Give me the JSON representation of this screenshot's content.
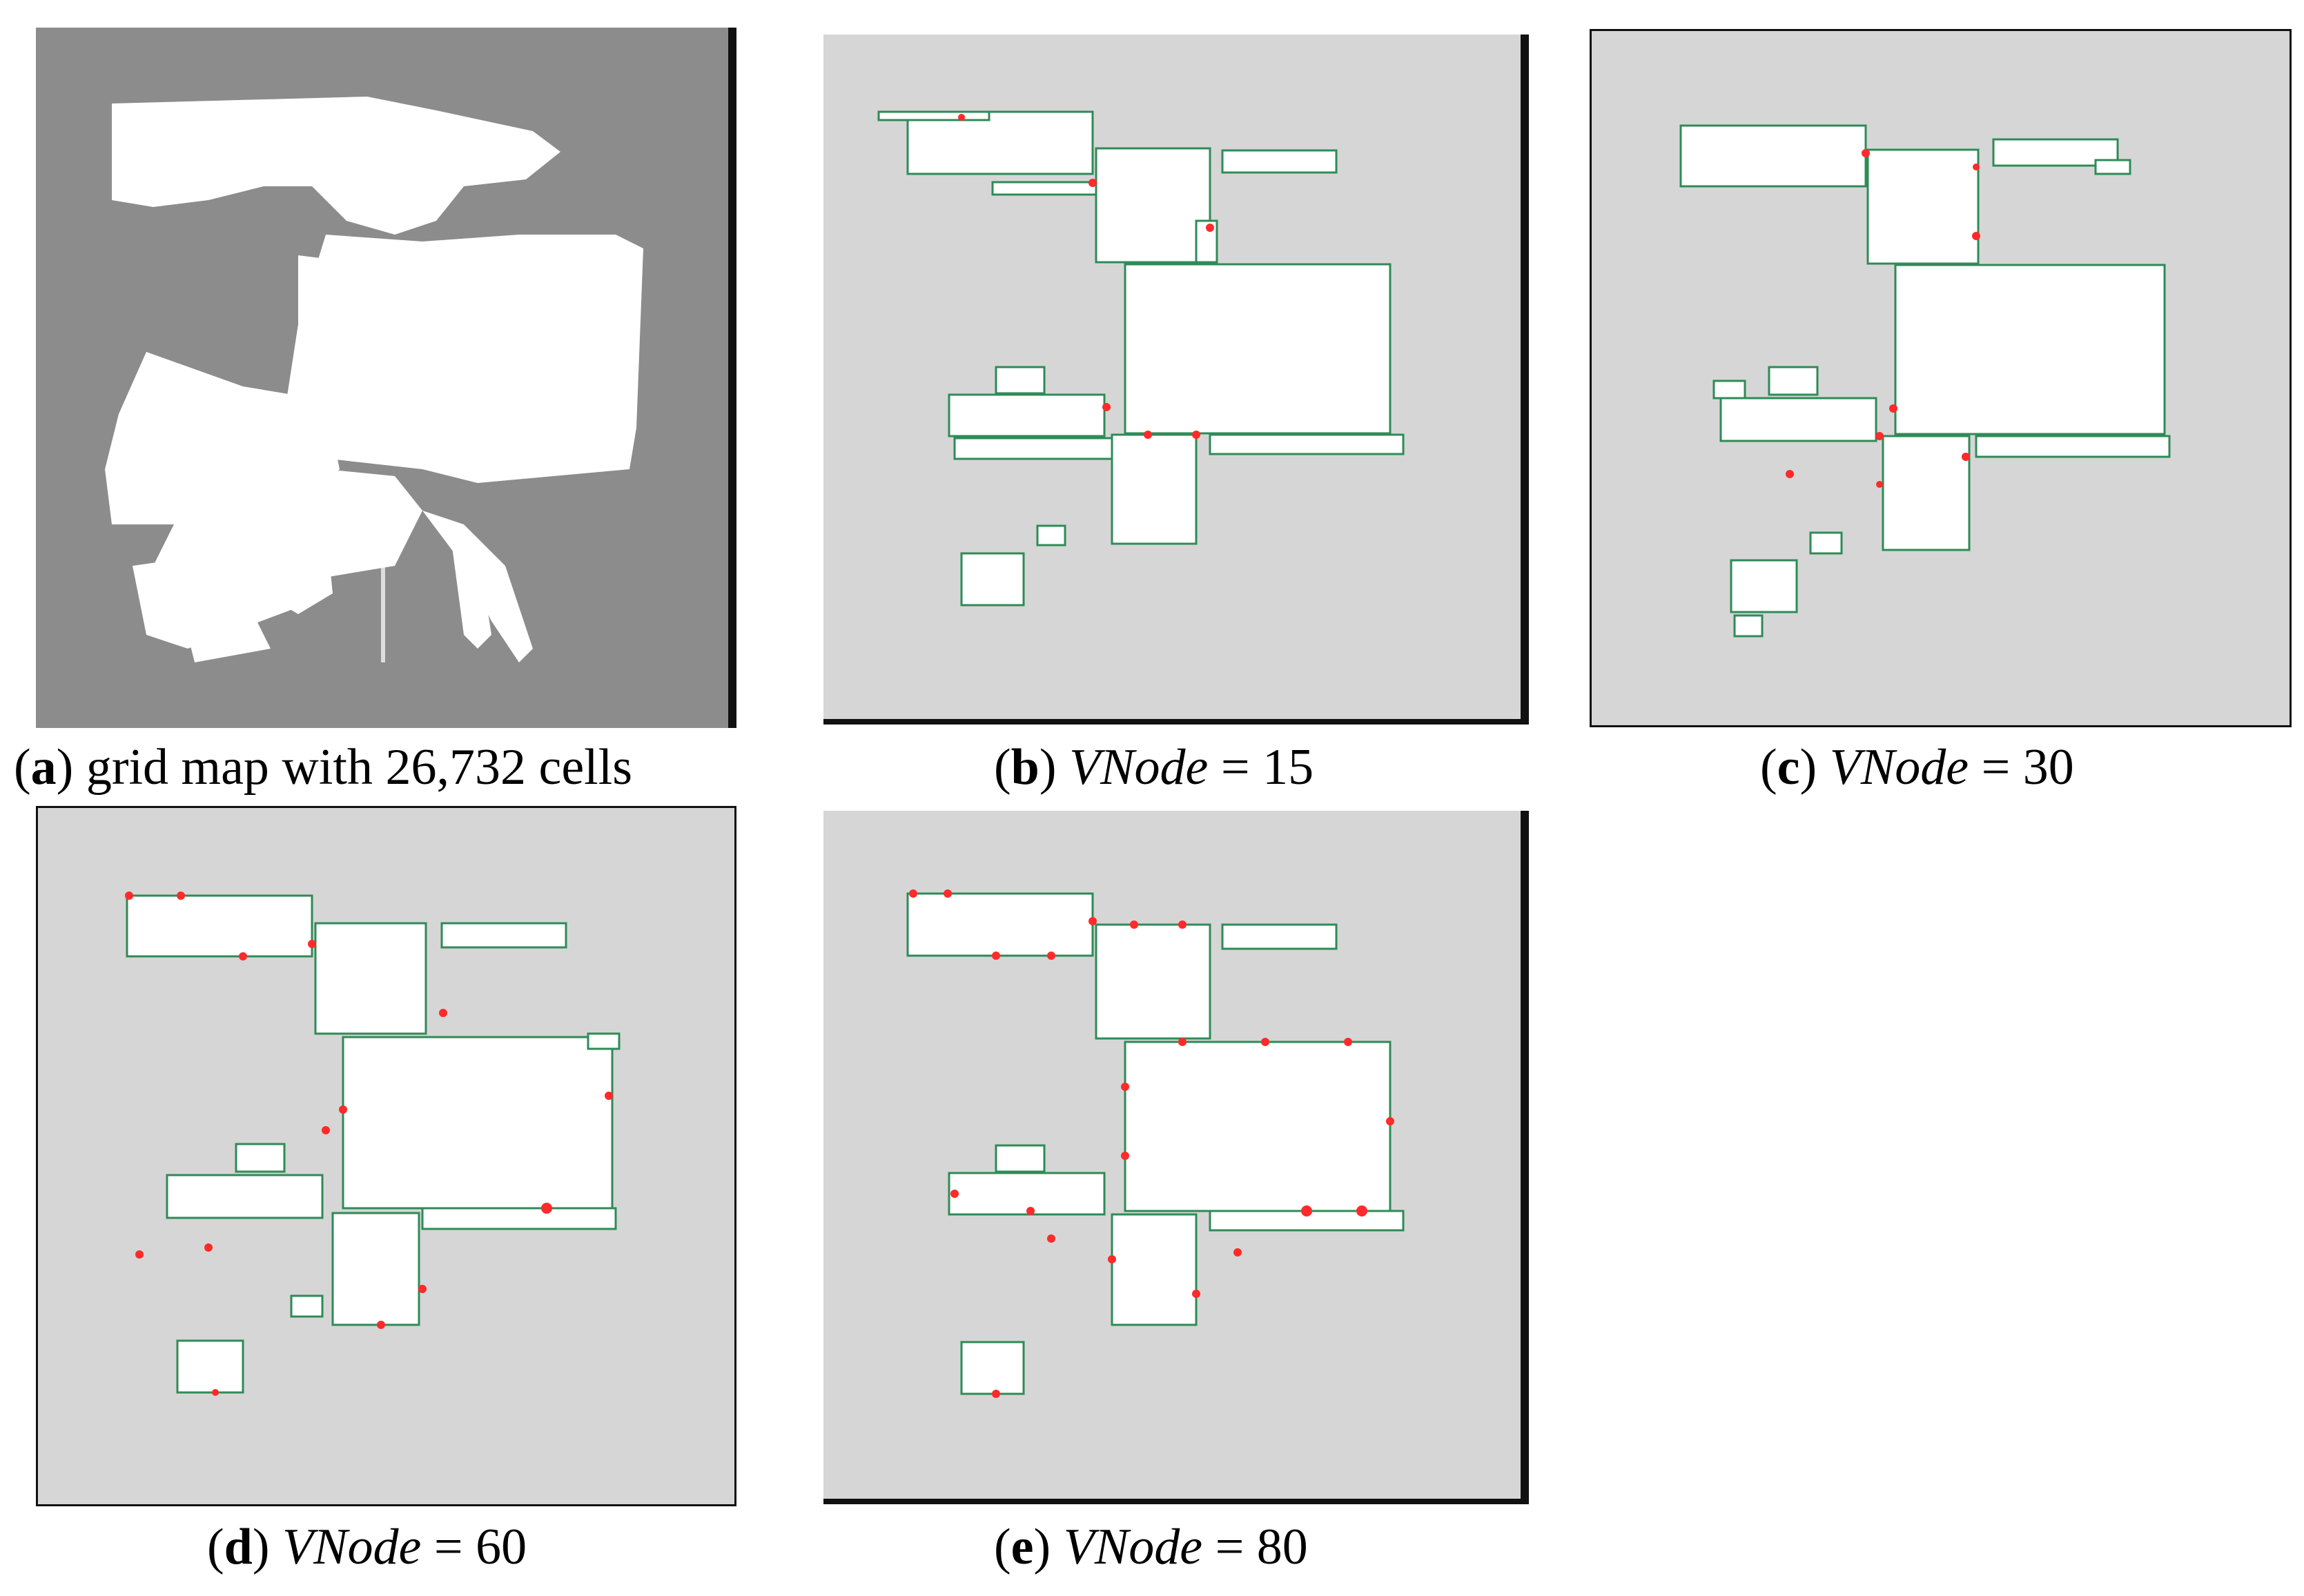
{
  "figure": {
    "colors": {
      "grid_background": "#8c8c8c",
      "free_space": "#ffffff",
      "panel_background": "#d6d6d6",
      "rect_border": "#2e8b57",
      "node_marker": "#ff2a2a"
    },
    "panels": [
      {
        "id": "a",
        "letter": "a",
        "text": " grid map with 26,732 cells",
        "var": "",
        "eq": ""
      },
      {
        "id": "b",
        "letter": "b",
        "text": "",
        "var": "VNode",
        "eq": " = 15"
      },
      {
        "id": "c",
        "letter": "c",
        "text": "",
        "var": "VNode",
        "eq": " = 30"
      },
      {
        "id": "d",
        "letter": "d",
        "text": "",
        "var": "VNode",
        "eq": " = 60"
      },
      {
        "id": "e",
        "letter": "e",
        "text": "",
        "var": "VNode",
        "eq": " = 80"
      }
    ]
  }
}
